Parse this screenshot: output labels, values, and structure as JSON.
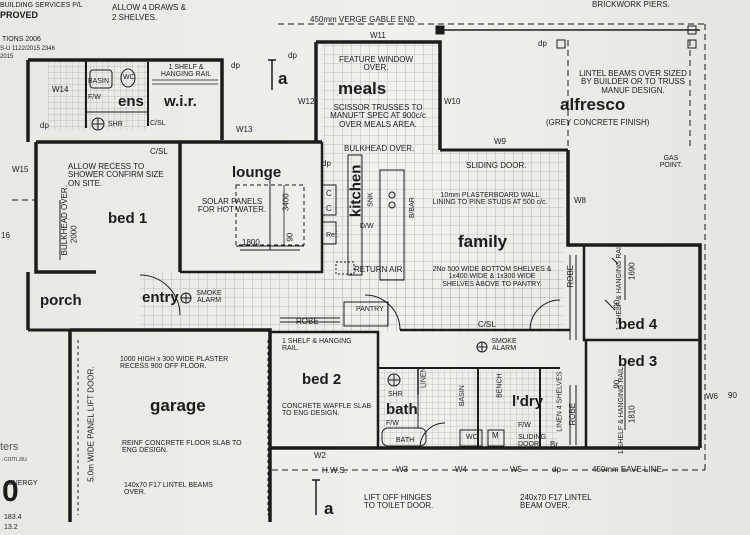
{
  "header": {
    "tl_1": "BUILDING SERVICES P/L",
    "tl_2": "PROVED",
    "tl_3": "TIONS 2006",
    "tl_4": "S-U 1122/2015 2346",
    "tl_5": "2015"
  },
  "top_notes": {
    "draws": "ALLOW 4 DRAWS &",
    "shelves2": "2 SHELVES.",
    "verge": "450mm VERGE GABLE END.",
    "brick_piers": "BRICKWORK PIERS.",
    "feature_window": "FEATURE WINDOW OVER.",
    "lintel_beams": "LINTEL BEAMS OVER SIZED BY BUILDER OR TO TRUSS MANUF DESIGN.",
    "scissor": "SCISSOR TRUSSES TO MANUF'T SPEC AT 900c/c OVER MEALS AREA."
  },
  "rooms": {
    "ens": "ens",
    "wir": "w.i.r.",
    "meals": "meals",
    "alfresco": "alfresco",
    "lounge": "lounge",
    "kitchen": "kitchen",
    "family": "family",
    "bed1": "bed 1",
    "bed2": "bed 2",
    "bed3": "bed 3",
    "bed4": "bed 4",
    "porch": "porch",
    "entry": "entry",
    "garage": "garage",
    "bath": "bath",
    "ldry": "l'dry"
  },
  "notes": {
    "grey_concrete": "(GREY CONCRETE FINISH)",
    "basin": "BASIN",
    "wc": "WC",
    "fw": "F/W",
    "shr": "SHR",
    "csl": "C/SL",
    "shelf_hanging": "1 SHELF & HANGING RAIL",
    "bulkhead_over": "BULKHEAD OVER.",
    "sliding_door": "SLIDING DOOR.",
    "allow_recess": "ALLOW RECESS TO SHOWER CONFIRM SIZE ON SITE.",
    "solar": "SOLAR PANELS FOR HOT WATER.",
    "plasterboard": "10mm PLASTERBOARD WALL LINING TO PINE STUDS AT 500 c/c.",
    "gas_point": "GAS POINT.",
    "shelves_pantry": "2No 500 WIDE BOTTOM SHELVES & 1x400 WIDE & 1x300 WIDE SHELVES ABOVE TO PANTRY.",
    "return_air": "RETURN AIR.",
    "smoke_alarm": "SMOKE ALARM",
    "robe": "ROBE",
    "pantry": "PANTRY",
    "plaster_recess": "1000 HIGH x 300 WIDE PLASTER RECESS 900 OFF FLOOR.",
    "shelf_hanging_rail": "1 SHELF & HANGING RAIL.",
    "concrete_waffle": "CONCRETE WAFFLE SLAB TO ENG DESIGN.",
    "reinf_concrete": "REINF CONCRETE FLOOR SLAB TO ENG DESIGN.",
    "lintel_140": "140x70 F17 LINTEL BEAMS OVER.",
    "panel_door": "5.0m WIDE PANEL LIFT DOOR.",
    "bulkhead_vert": "BULKHEAD OVER.",
    "linen": "LINEN",
    "bench": "BENCH",
    "linen4": "LINEN 4 SHELVES",
    "bath_label": "BATH",
    "sliding_door2": "SLIDING DOOR.",
    "hws": "H.W.S.",
    "lift_off": "LIFT OFF HINGES TO TOILET DOOR.",
    "lintel_240": "240x70 F17 LINTEL BEAM OVER.",
    "eave": "450mm EAVE LINE.",
    "dw": "D/W",
    "sink": "SNK",
    "bbar": "B/BAR",
    "ref": "Ref.",
    "dp": "dp",
    "m": "M",
    "br": "Br",
    "ters": "ters",
    "com_au": ".com.au",
    "energy": "ENERGY",
    "big_zero": "0",
    "val1": "183.4",
    "val2": "13.2"
  },
  "windows": {
    "w11": "W11",
    "w10": "W10",
    "w12": "W12",
    "w13": "W13",
    "w14": "W14",
    "w15": "W15",
    "w9": "W9",
    "w8": "W8",
    "w2": "W2",
    "w3": "W3",
    "w4": "W4",
    "w5": "W5",
    "w6": "W6"
  },
  "dims": {
    "d2000": "2000",
    "d3400": "3400",
    "d1800": "1800",
    "d90a": "90",
    "d1690": "1690",
    "d90b": "90",
    "d90c": "90",
    "d1810": "1810",
    "d16": "16",
    "d90r": "90",
    "c_a": "C",
    "c_b": "C"
  },
  "section_mark": "a",
  "colors": {
    "ink": "#1c1c1c",
    "paper": "#ecebe6",
    "tile": "#9a9a96"
  }
}
